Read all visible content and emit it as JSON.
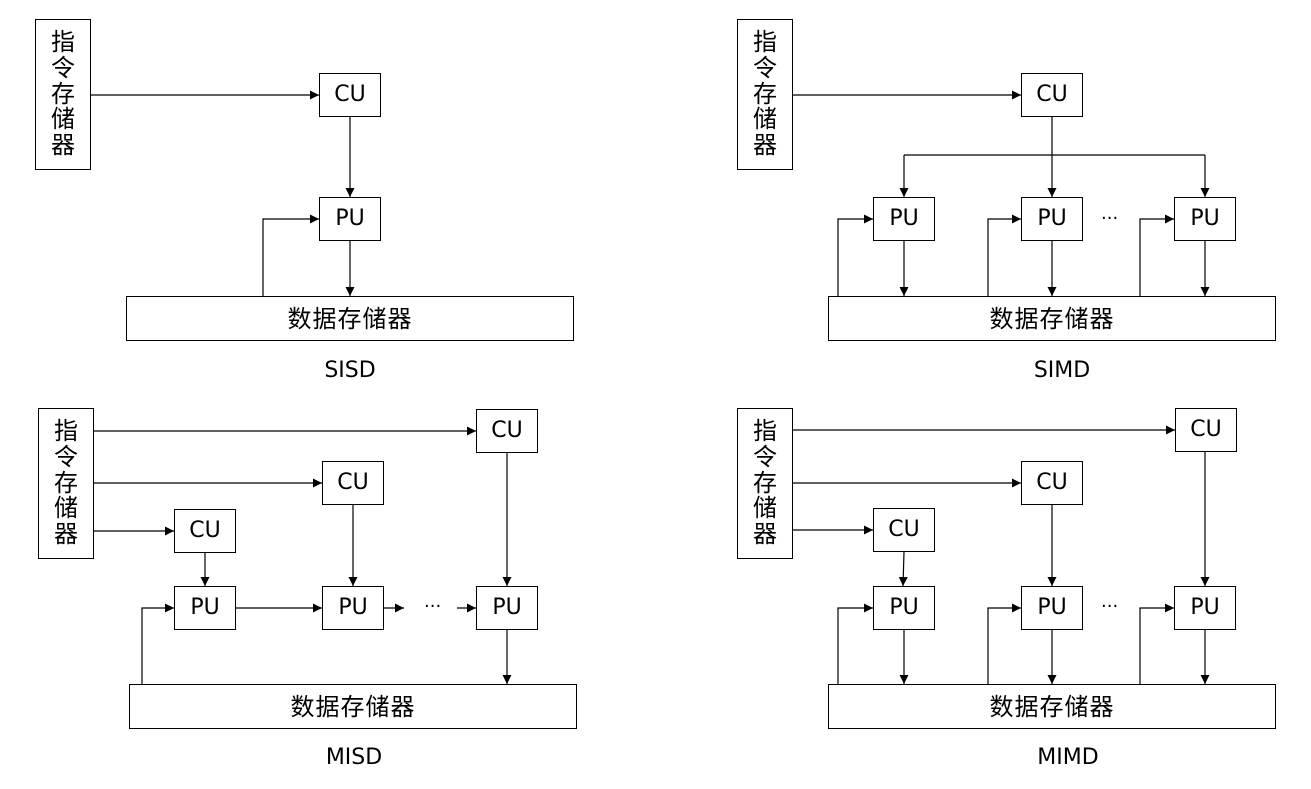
{
  "labels": {
    "instr_mem_chars": [
      "指",
      "令",
      "存",
      "储",
      "器"
    ],
    "data_mem": "数据存储器",
    "cu": "CU",
    "pu": "PU",
    "ellipsis": "···"
  },
  "captions": {
    "sisd": "SISD",
    "simd": "SIMD",
    "misd": "MISD",
    "mimd": "MIMD"
  },
  "colors": {
    "stroke": "#000000",
    "background": "#ffffff"
  }
}
